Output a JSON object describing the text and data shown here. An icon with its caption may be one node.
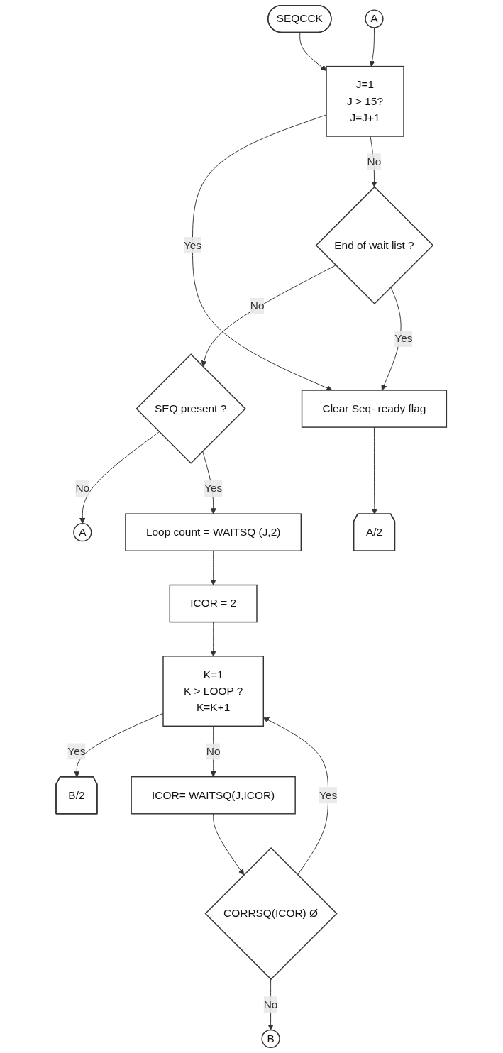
{
  "diagram": {
    "nodes": [
      {
        "text": [
          "SEQCCK"
        ]
      },
      {
        "text": [
          "J=1",
          "J > 15?",
          "J=J+1"
        ]
      },
      {
        "text": [
          "A"
        ]
      },
      {
        "text": [
          "End of wait list ?"
        ]
      },
      {
        "text": [
          "SEQ present ?"
        ]
      },
      {
        "text": [
          "A"
        ]
      },
      {
        "text": [
          "Clear Seq- ready flag"
        ]
      },
      {
        "text": [
          "A/2"
        ]
      },
      {
        "text": [
          "Loop count = WAITSQ (J,2)"
        ]
      },
      {
        "text": [
          "ICOR = 2"
        ]
      },
      {
        "text": [
          "K=1",
          "K > LOOP ?",
          "K=K+1"
        ]
      },
      {
        "text": [
          "B/2"
        ]
      },
      {
        "text": [
          "ICOR= WAITSQ(J,ICOR)"
        ]
      },
      {
        "text": [
          "CORRSQ(ICOR) Ø"
        ]
      },
      {
        "text": [
          "B"
        ]
      }
    ],
    "edges": [
      {
        "from": 0,
        "to": 1,
        "arrow": "to"
      },
      {
        "from": 1,
        "to": 6,
        "arrow": "to",
        "label": "Yes"
      },
      {
        "from": 1,
        "to": 3,
        "arrow": "to",
        "label": "No"
      },
      {
        "from": 2,
        "to": 1,
        "arrow": "to"
      },
      {
        "from": 3,
        "to": 4,
        "arrow": "to",
        "label": "No"
      },
      {
        "from": 3,
        "to": 6,
        "arrow": "to",
        "label": "Yes"
      },
      {
        "from": 4,
        "to": 5,
        "arrow": "to",
        "label": "No"
      },
      {
        "from": 4,
        "to": 8,
        "arrow": "to",
        "label": "Yes"
      },
      {
        "from": 6,
        "to": 7,
        "arrow": "to"
      },
      {
        "from": 8,
        "to": 9,
        "arrow": "to"
      },
      {
        "from": 9,
        "to": 10,
        "arrow": "to"
      },
      {
        "from": 10,
        "to": 11,
        "arrow": "to",
        "label": "Yes"
      },
      {
        "from": 10,
        "to": 12,
        "arrow": "to",
        "label": "No"
      },
      {
        "from": 12,
        "to": 13,
        "arrow": "to"
      },
      {
        "from": 13,
        "to": 10,
        "arrow": "to",
        "label": "Yes"
      },
      {
        "from": 13,
        "to": 14,
        "arrow": "to",
        "label": "No"
      }
    ]
  }
}
